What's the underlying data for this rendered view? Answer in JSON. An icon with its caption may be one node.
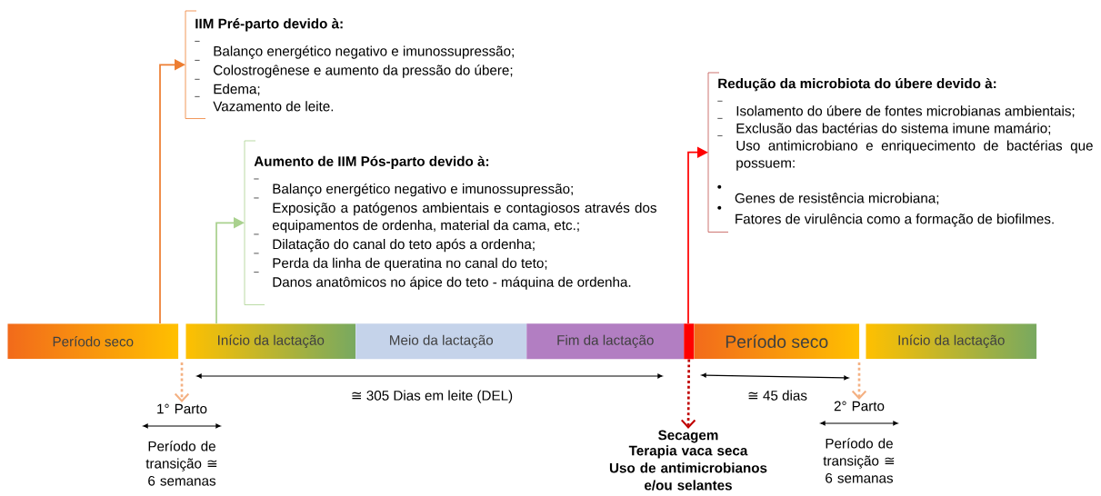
{
  "diagram": {
    "nodes": [
      {
        "text": [
          "Período seco"
        ]
      },
      {
        "text": [
          "Início da lactação"
        ]
      },
      {
        "text": [
          "Meio da lactação"
        ]
      },
      {
        "text": [
          "Fim da lactação"
        ]
      },
      {
        "text": [],
        "shape": "bar"
      },
      {
        "text": [
          "Período seco"
        ]
      },
      {
        "text": [
          "Início da lactação"
        ]
      },
      {
        "text": [
          "IIM Pré-parto devido à:",
          "Balanço energético negativo e imunossupressão;",
          "Colostrogênese e aumento da pressão do úbere;",
          "Edema;",
          "Vazamento de leite."
        ]
      },
      {
        "text": [
          "Aumento de IIM Pós-parto devido à:",
          "Balanço energético negativo e imunossupressão;",
          "Exposição a patógenos ambientais e contagiosos através dos equipamentos de ordenha, material da cama, etc.;",
          "Dilatação do canal do teto após a ordenha;",
          "Perda da linha de queratina no canal do teto;",
          "Danos anatômicos no ápice do teto - máquina de ordenha."
        ]
      },
      {
        "text": [
          "Redução da microbiota do úbere devido à:",
          "Isolamento do úbere de fontes microbianas ambientais;",
          "Exclusão das bactérias do sistema imune mamário;",
          "Uso antimicrobiano e enriquecimento de bactérias que possuem:",
          "Genes de resistência microbiana;",
          "Fatores de virulência como a formação de biofilmes."
        ]
      },
      {
        "text": [
          "1° Parto"
        ],
        "beside": [
          "Período de transição ≅ 6 semanas"
        ]
      },
      {
        "text": [
          "Secagem",
          "Terapia vaca seca",
          "Uso de antimicrobianos e/ou selantes"
        ]
      },
      {
        "text": [
          "2° Parto"
        ],
        "beside": [
          "Período de transição ≅ 6 semanas"
        ]
      }
    ],
    "edges": [
      {
        "from": 0,
        "to": 7,
        "arrow": "to",
        "color": "#ed7d31"
      },
      {
        "from": 1,
        "to": 8,
        "arrow": "to",
        "color": "#a9d18e"
      },
      {
        "from": 4,
        "to": 9,
        "arrow": "to",
        "color": "#ff0000"
      },
      {
        "from": null,
        "to": 10,
        "arrow": "to",
        "style": "dashed",
        "color": "#f4b183"
      },
      {
        "from": 4,
        "to": 11,
        "arrow": "to",
        "style": "dashed",
        "color": "#c00000"
      },
      {
        "from": null,
        "to": 12,
        "arrow": "to",
        "style": "dashed",
        "color": "#f4b183"
      }
    ],
    "labels": [
      "≅ 305 Dias em leite (DEL)",
      "≅ 45 dias"
    ]
  }
}
